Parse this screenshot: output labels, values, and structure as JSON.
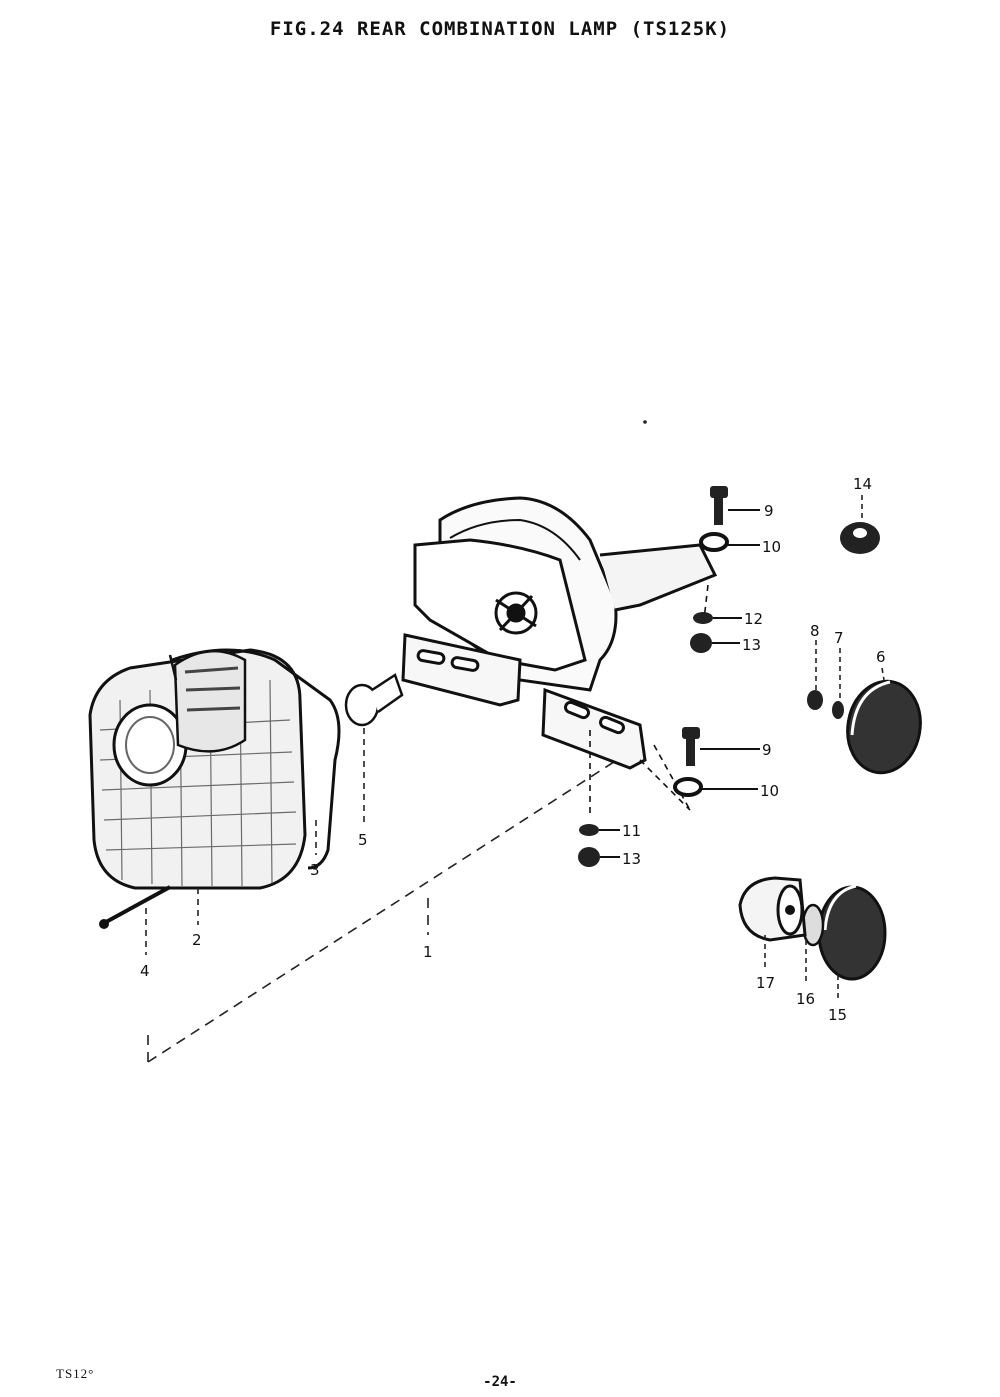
{
  "title": "FIG.24  REAR COMBINATION LAMP (TS125K)",
  "footer_left": "TS12°",
  "footer_page": "-24-",
  "callouts": [
    "1",
    "2",
    "3",
    "4",
    "5",
    "6",
    "7",
    "8",
    "9",
    "9",
    "10",
    "10",
    "11",
    "12",
    "13",
    "13",
    "14",
    "15",
    "16",
    "17"
  ]
}
